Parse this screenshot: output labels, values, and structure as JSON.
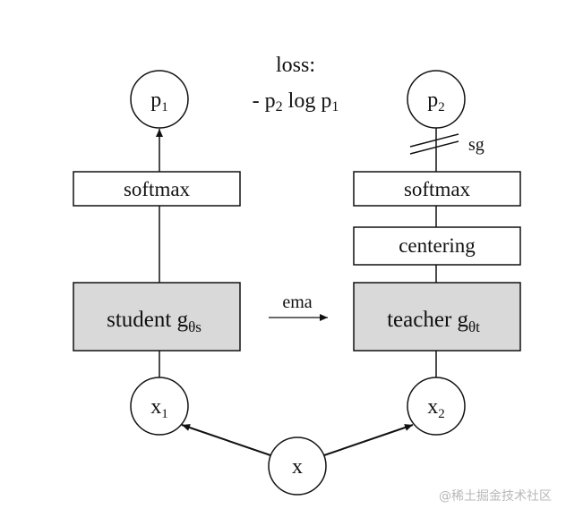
{
  "loss": {
    "label": "loss:",
    "formula_prefix": "- p",
    "formula_sub1": "2",
    "formula_mid": " log p",
    "formula_sub2": "1"
  },
  "student": {
    "output": {
      "base": "p",
      "sub": "1"
    },
    "softmax": "softmax",
    "network": {
      "label": "student g",
      "sub": "θs"
    },
    "input": {
      "base": "x",
      "sub": "1"
    }
  },
  "teacher": {
    "output": {
      "base": "p",
      "sub": "2"
    },
    "stop_grad": "sg",
    "softmax": "softmax",
    "centering": "centering",
    "network": {
      "label": "teacher g",
      "sub": "θt"
    },
    "input": {
      "base": "x",
      "sub": "2"
    }
  },
  "ema": "ema",
  "source": "x",
  "watermark": "@稀土掘金技术社区",
  "colors": {
    "box_fill": "#d9d9d9",
    "line": "#111111",
    "background": "#ffffff"
  }
}
